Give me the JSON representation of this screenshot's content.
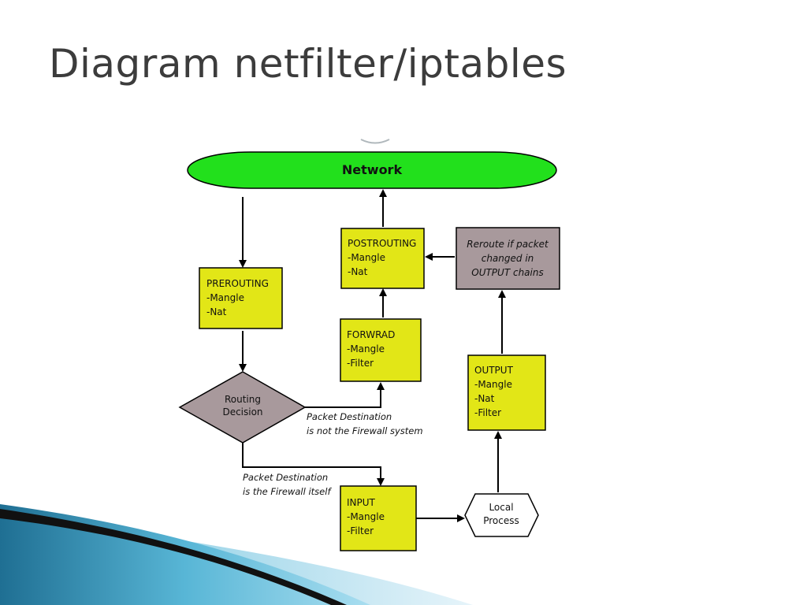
{
  "slide": {
    "title": "Diagram netfilter/iptables"
  },
  "diagram": {
    "network": {
      "label": "Network"
    },
    "prerouting": {
      "title": "PREROUTING",
      "lines": [
        "-Mangle",
        "-Nat"
      ]
    },
    "routing_decision": {
      "lines": [
        "Routing",
        "Decision"
      ]
    },
    "forward": {
      "title": "FORWRAD",
      "lines": [
        "-Mangle",
        "-Filter"
      ]
    },
    "postrouting": {
      "title": "POSTROUTING",
      "lines": [
        "-Mangle",
        "-Nat"
      ]
    },
    "reroute": {
      "lines": [
        "Reroute if packet",
        "changed in",
        "OUTPUT chains"
      ]
    },
    "output": {
      "title": "OUTPUT",
      "lines": [
        "-Mangle",
        "-Nat",
        "-Filter"
      ]
    },
    "input": {
      "title": "INPUT",
      "lines": [
        "-Mangle",
        "-Filter"
      ]
    },
    "local_process": {
      "lines": [
        "Local",
        "Process"
      ]
    },
    "note_not_firewall": {
      "lines": [
        "Packet Destination",
        "is not the Firewall system"
      ]
    },
    "note_firewall_itself": {
      "lines": [
        "Packet Destination",
        "is the Firewall itself"
      ]
    },
    "colors": {
      "chain_box": "#e2e617",
      "network": "#22e01c",
      "decision": "#a8999c",
      "reroute": "#a8999c",
      "local_process": "#ffffff"
    }
  }
}
